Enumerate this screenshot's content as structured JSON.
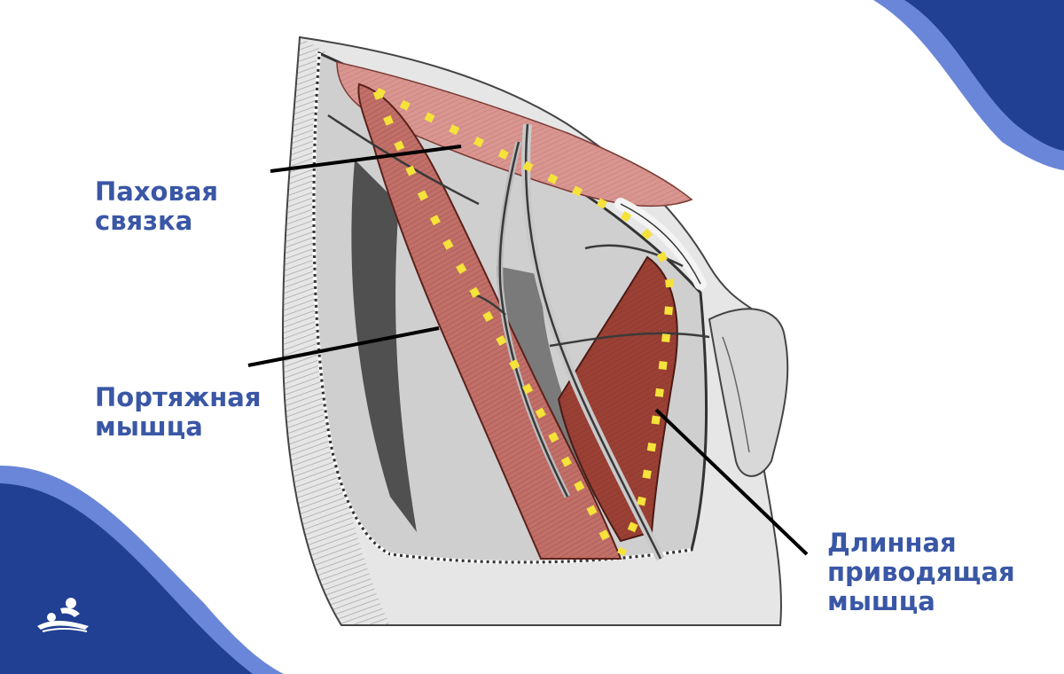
{
  "labels": {
    "inguinal_ligament": "Паховая\nсвязка",
    "sartorius_muscle": "Портяжная\nмышца",
    "adductor_longus": "Длинная\nприводящая\nмышца"
  },
  "colors": {
    "label_text": "#3a57a6",
    "brand_dark": "#213f93",
    "brand_light": "#6a86d8",
    "muscle_light": "#d99590",
    "muscle_dark": "#9a4035",
    "triangle_outline": "#f5e23a"
  },
  "icons": {
    "logo": "massage-logo-icon"
  }
}
